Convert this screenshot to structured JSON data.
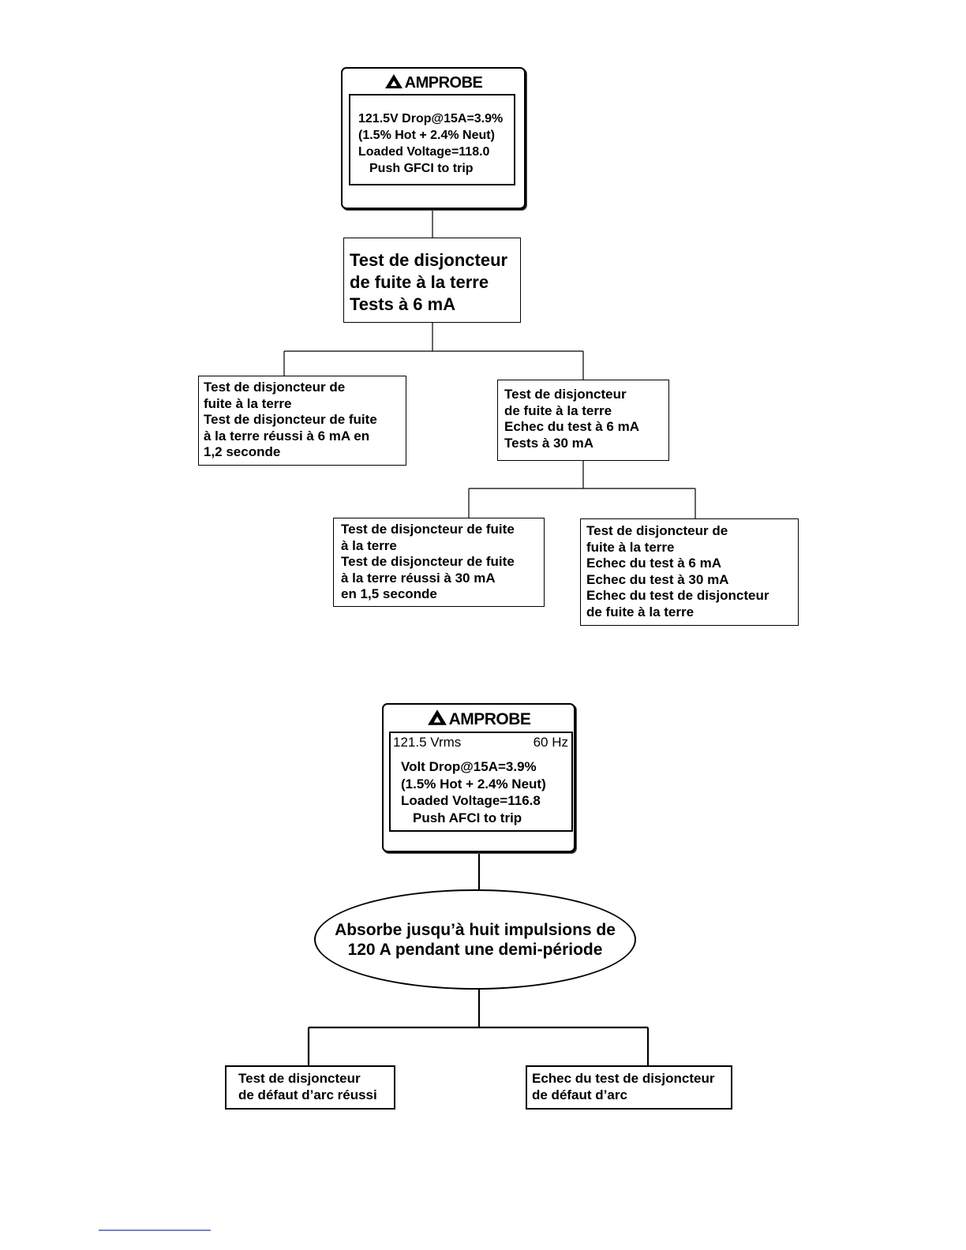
{
  "device1": {
    "brand": "AMPROBE",
    "screen_lines": [
      "121.5V Drop@15A=3.9%",
      "(1.5% Hot + 2.4% Neut)",
      "Loaded Voltage=118.0",
      "Push GFCI to trip"
    ]
  },
  "gfci_root": {
    "lines": [
      "Test de disjoncteur",
      "de fuite à la terre",
      "Tests à 6 mA"
    ]
  },
  "gfci_pass_6ma": {
    "lines": [
      "Test de disjoncteur de",
      "fuite à la terre",
      "Test de disjoncteur de fuite",
      "à la terre réussi à 6 mA en",
      "1,2 seconde"
    ]
  },
  "gfci_fail_6ma": {
    "lines": [
      "Test de disjoncteur",
      "de fuite à la terre",
      "Echec du test à 6 mA",
      "Tests à 30 mA"
    ]
  },
  "gfci_pass_30ma": {
    "lines": [
      "Test de disjoncteur de fuite",
      "à la terre",
      "Test de disjoncteur de fuite",
      "à la terre réussi à 30 mA",
      "en 1,5 seconde"
    ]
  },
  "gfci_fail_30ma": {
    "lines": [
      "Test de disjoncteur de",
      "fuite à la terre",
      "Echec du test à 6 mA",
      "Echec du test à 30 mA",
      "Echec du test de disjoncteur",
      "de fuite à la terre"
    ]
  },
  "device2": {
    "brand": "AMPROBE",
    "voltage": "121.5 Vrms",
    "frequency": "60 Hz",
    "screen_lines": [
      "Volt Drop@15A=3.9%",
      "(1.5% Hot + 2.4% Neut)",
      "Loaded Voltage=116.8",
      "Push AFCI to trip"
    ]
  },
  "afci_oval": {
    "lines": [
      "Absorbe jusqu’à huit impulsions de",
      "120 A pendant une demi-période"
    ]
  },
  "afci_pass": {
    "lines": [
      "Test de disjoncteur",
      "de défaut d’arc réussi"
    ]
  },
  "afci_fail": {
    "lines": [
      "Echec du test de disjoncteur",
      "de défaut d’arc"
    ]
  }
}
